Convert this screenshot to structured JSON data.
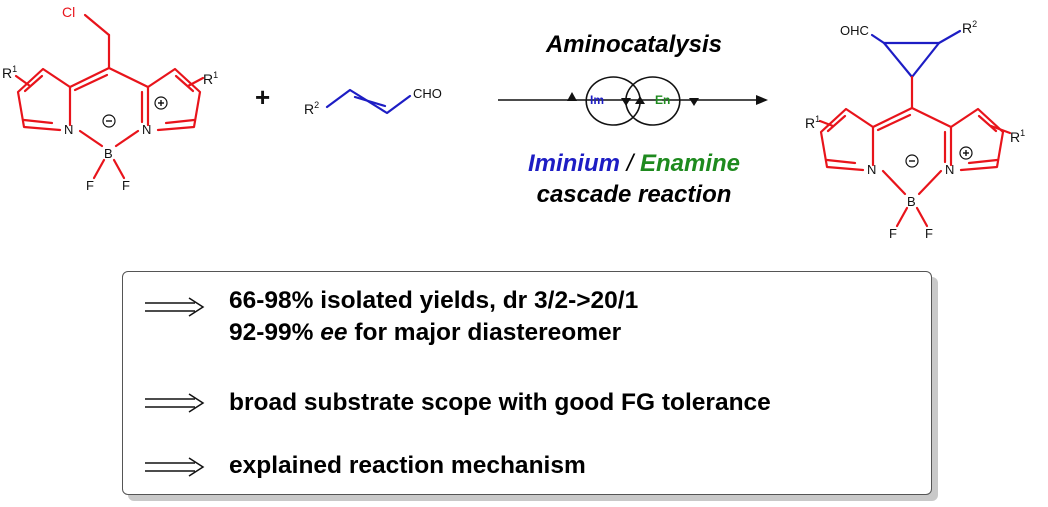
{
  "reactant1": {
    "substituent": "Cl",
    "ring_labels": [
      "R",
      "R"
    ],
    "ring_label_sup": "1",
    "atoms": {
      "n_left": "N",
      "n_right": "N",
      "boron": "B",
      "f1": "F",
      "f2": "F"
    },
    "charges": {
      "boron": "⊖",
      "nitrogen": "⊕"
    }
  },
  "plus_sign": "+",
  "reactant2": {
    "r_label": "R",
    "r_sup": "2",
    "aldehyde": "CHO"
  },
  "reaction": {
    "catalysis_title": "Aminocatalysis",
    "cycle_left": "Im",
    "cycle_right": "En",
    "mode_iminium": "Iminium",
    "mode_separator": "/",
    "mode_enamine": "Enamine",
    "subtitle": "cascade reaction"
  },
  "product": {
    "aldehyde": "OHC",
    "r_label": "R",
    "r_sup": "2",
    "ring_labels": [
      "R",
      "R"
    ],
    "ring_label_sup": "1",
    "atoms": {
      "n_left": "N",
      "n_right": "N",
      "boron": "B",
      "f1": "F",
      "f2": "F"
    },
    "charges": {
      "boron": "⊖",
      "nitrogen": "⊕"
    }
  },
  "colors": {
    "bodipy": "#e8141b",
    "enal": "#1d1dc4",
    "iminium": "#1d1dc4",
    "enamine": "#1e8a1e"
  },
  "summary": {
    "bullet1_line1": "66-98% isolated yields, dr 3/2->20/1",
    "bullet1_line2_pre": "92-99% ",
    "bullet1_line2_em": "ee",
    "bullet1_line2_post": " for major diastereomer",
    "bullet2": "broad substrate scope with good FG tolerance",
    "bullet3": "explained reaction mechanism"
  }
}
